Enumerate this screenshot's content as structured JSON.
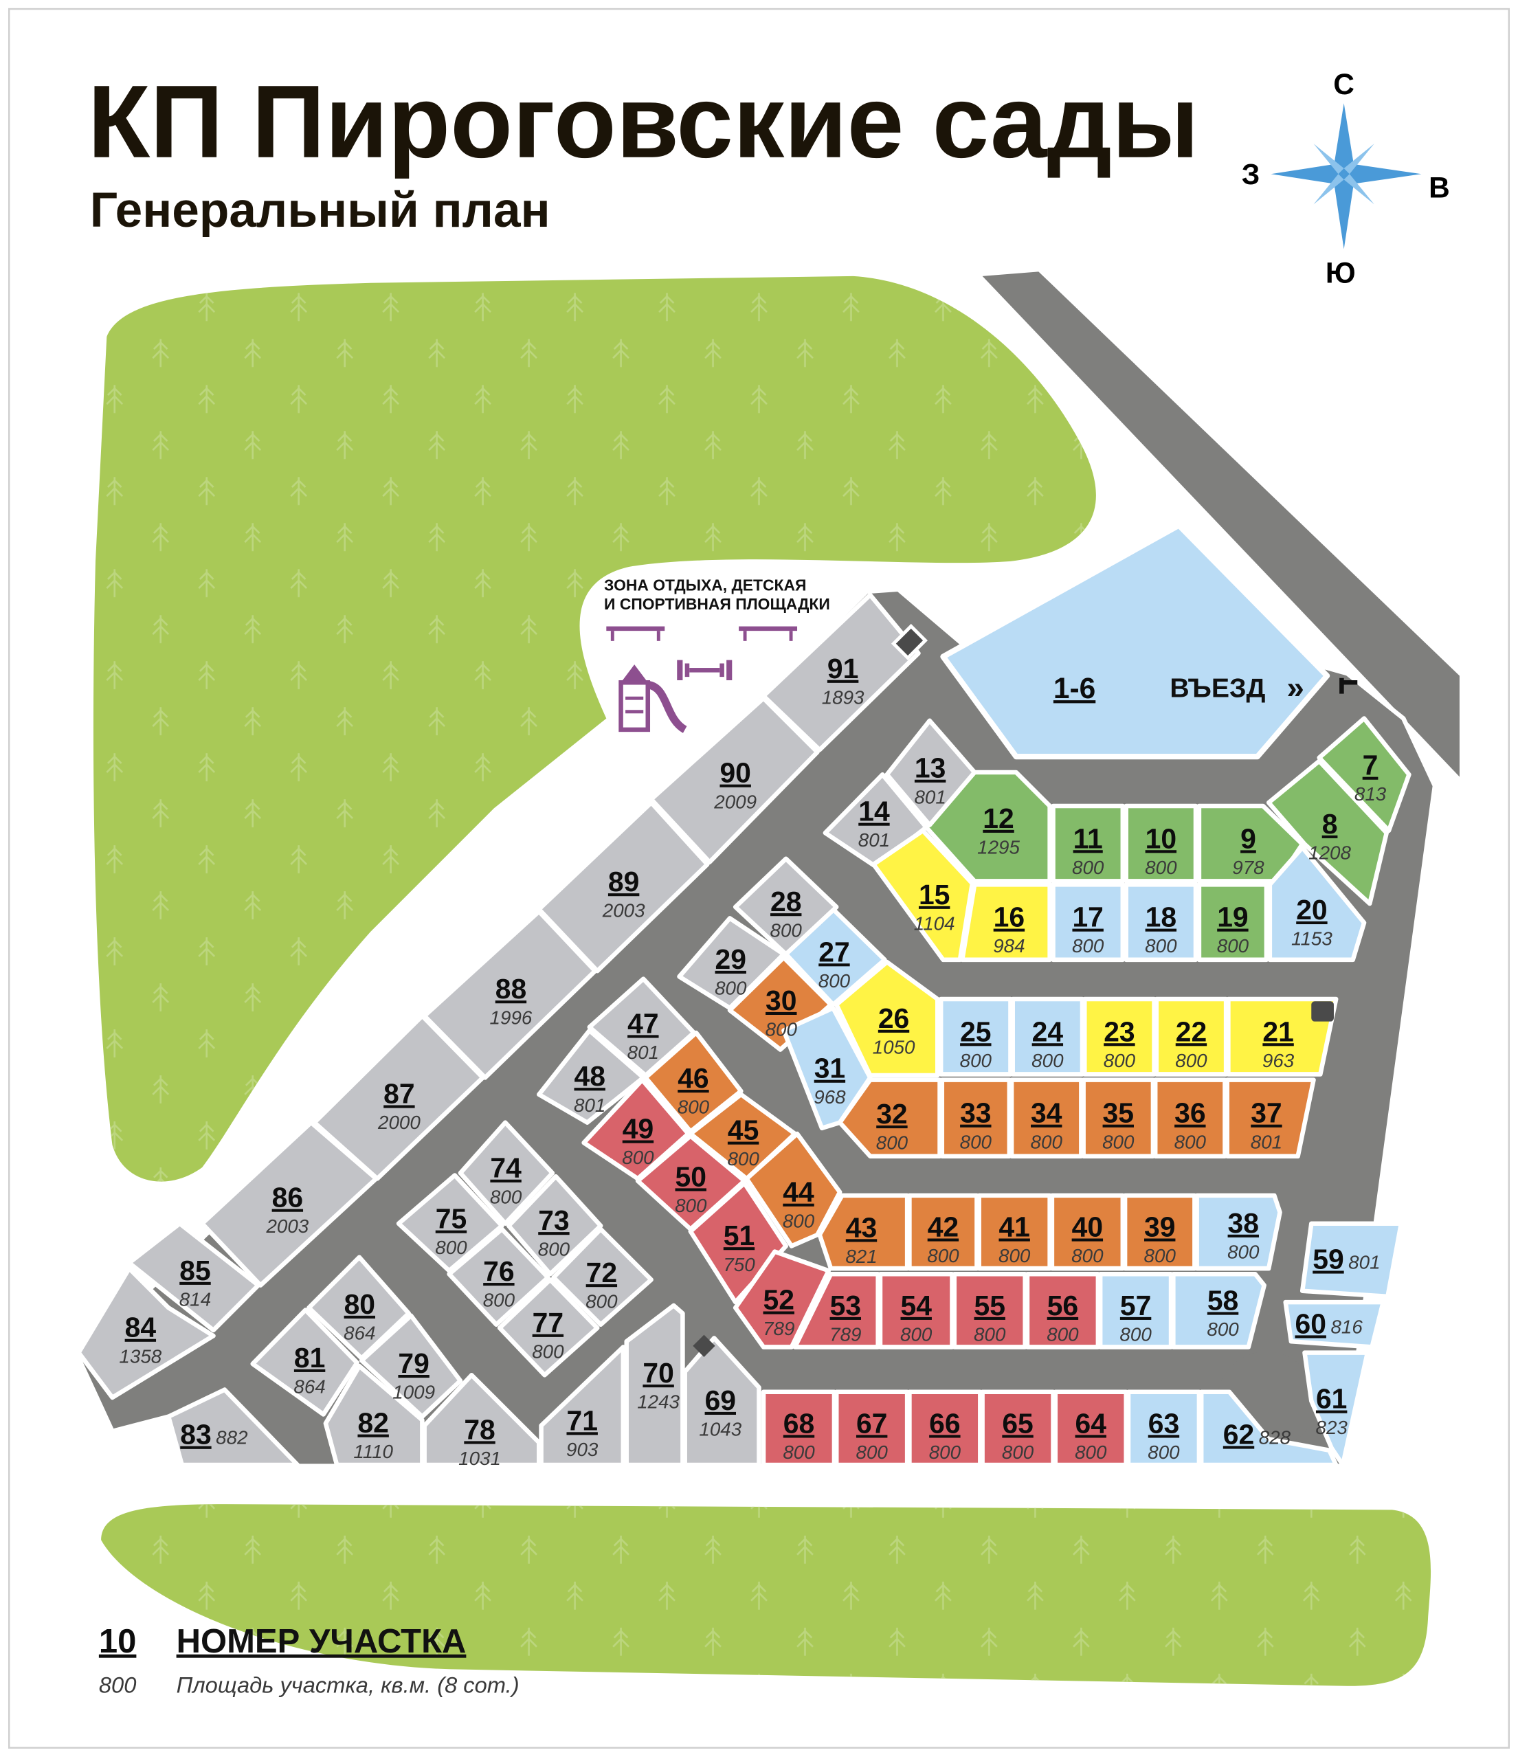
{
  "header": {
    "title": "КП Пироговские сады",
    "subtitle": "Генеральный план"
  },
  "compass": {
    "north": "С",
    "east": "В",
    "south": "Ю",
    "west": "З"
  },
  "zone_label": {
    "line1": "ЗОНА ОТДЫХА, ДЕТСКАЯ",
    "line2": "И СПОРТИВНАЯ ПЛОЩАДКИ"
  },
  "entrance": {
    "label": "ВЪЕЗД",
    "plot_group_label": "1-6"
  },
  "legend": {
    "number_example": "10",
    "number_caption": "НОМЕР УЧАСТКА",
    "area_example": "800",
    "area_caption": "Площадь участка, кв.м. (8 сот.)"
  },
  "colors": {
    "grey": "#c2c3c7",
    "green": "#83bb69",
    "yellow": "#fff345",
    "blue": "#badcf5",
    "orange": "#e0823f",
    "red": "#d8636a",
    "road": "#7f7f7d",
    "park": "#a9c957",
    "accent_purple": "#8d4f8f",
    "compass": "#4a9ad8"
  },
  "plots": [
    {
      "id": "7",
      "area": "813",
      "cat": "green"
    },
    {
      "id": "8",
      "area": "1208",
      "cat": "green"
    },
    {
      "id": "9",
      "area": "978",
      "cat": "green"
    },
    {
      "id": "10",
      "area": "800",
      "cat": "green"
    },
    {
      "id": "11",
      "area": "800",
      "cat": "green"
    },
    {
      "id": "12",
      "area": "1295",
      "cat": "green"
    },
    {
      "id": "13",
      "area": "801",
      "cat": "grey"
    },
    {
      "id": "14",
      "area": "801",
      "cat": "grey"
    },
    {
      "id": "15",
      "area": "1104",
      "cat": "yellow"
    },
    {
      "id": "16",
      "area": "984",
      "cat": "yellow"
    },
    {
      "id": "17",
      "area": "800",
      "cat": "blue"
    },
    {
      "id": "18",
      "area": "800",
      "cat": "blue"
    },
    {
      "id": "19",
      "area": "800",
      "cat": "green"
    },
    {
      "id": "20",
      "area": "1153",
      "cat": "blue"
    },
    {
      "id": "21",
      "area": "963",
      "cat": "yellow"
    },
    {
      "id": "22",
      "area": "800",
      "cat": "yellow"
    },
    {
      "id": "23",
      "area": "800",
      "cat": "yellow"
    },
    {
      "id": "24",
      "area": "800",
      "cat": "blue"
    },
    {
      "id": "25",
      "area": "800",
      "cat": "blue"
    },
    {
      "id": "26",
      "area": "1050",
      "cat": "yellow"
    },
    {
      "id": "27",
      "area": "800",
      "cat": "blue"
    },
    {
      "id": "28",
      "area": "800",
      "cat": "grey"
    },
    {
      "id": "29",
      "area": "800",
      "cat": "grey"
    },
    {
      "id": "30",
      "area": "800",
      "cat": "orange"
    },
    {
      "id": "31",
      "area": "968",
      "cat": "blue"
    },
    {
      "id": "32",
      "area": "800",
      "cat": "orange"
    },
    {
      "id": "33",
      "area": "800",
      "cat": "orange"
    },
    {
      "id": "34",
      "area": "800",
      "cat": "orange"
    },
    {
      "id": "35",
      "area": "800",
      "cat": "orange"
    },
    {
      "id": "36",
      "area": "800",
      "cat": "orange"
    },
    {
      "id": "37",
      "area": "801",
      "cat": "orange"
    },
    {
      "id": "38",
      "area": "800",
      "cat": "blue"
    },
    {
      "id": "39",
      "area": "800",
      "cat": "orange"
    },
    {
      "id": "40",
      "area": "800",
      "cat": "orange"
    },
    {
      "id": "41",
      "area": "800",
      "cat": "orange"
    },
    {
      "id": "42",
      "area": "800",
      "cat": "orange"
    },
    {
      "id": "43",
      "area": "821",
      "cat": "orange"
    },
    {
      "id": "44",
      "area": "800",
      "cat": "orange"
    },
    {
      "id": "45",
      "area": "800",
      "cat": "orange"
    },
    {
      "id": "46",
      "area": "800",
      "cat": "orange"
    },
    {
      "id": "47",
      "area": "801",
      "cat": "grey"
    },
    {
      "id": "48",
      "area": "801",
      "cat": "grey"
    },
    {
      "id": "49",
      "area": "800",
      "cat": "red"
    },
    {
      "id": "50",
      "area": "800",
      "cat": "red"
    },
    {
      "id": "51",
      "area": "750",
      "cat": "red"
    },
    {
      "id": "52",
      "area": "789",
      "cat": "red"
    },
    {
      "id": "53",
      "area": "789",
      "cat": "red"
    },
    {
      "id": "54",
      "area": "800",
      "cat": "red"
    },
    {
      "id": "55",
      "area": "800",
      "cat": "red"
    },
    {
      "id": "56",
      "area": "800",
      "cat": "red"
    },
    {
      "id": "57",
      "area": "800",
      "cat": "blue"
    },
    {
      "id": "58",
      "area": "800",
      "cat": "blue"
    },
    {
      "id": "59",
      "area": "801",
      "cat": "blue"
    },
    {
      "id": "60",
      "area": "816",
      "cat": "blue"
    },
    {
      "id": "61",
      "area": "823",
      "cat": "blue"
    },
    {
      "id": "62",
      "area": "828",
      "cat": "blue"
    },
    {
      "id": "63",
      "area": "800",
      "cat": "blue"
    },
    {
      "id": "64",
      "area": "800",
      "cat": "red"
    },
    {
      "id": "65",
      "area": "800",
      "cat": "red"
    },
    {
      "id": "66",
      "area": "800",
      "cat": "red"
    },
    {
      "id": "67",
      "area": "800",
      "cat": "red"
    },
    {
      "id": "68",
      "area": "800",
      "cat": "red"
    },
    {
      "id": "69",
      "area": "1043",
      "cat": "grey"
    },
    {
      "id": "70",
      "area": "1243",
      "cat": "grey"
    },
    {
      "id": "71",
      "area": "903",
      "cat": "grey"
    },
    {
      "id": "72",
      "area": "800",
      "cat": "grey"
    },
    {
      "id": "73",
      "area": "800",
      "cat": "grey"
    },
    {
      "id": "74",
      "area": "800",
      "cat": "grey"
    },
    {
      "id": "75",
      "area": "800",
      "cat": "grey"
    },
    {
      "id": "76",
      "area": "800",
      "cat": "grey"
    },
    {
      "id": "77",
      "area": "800",
      "cat": "grey"
    },
    {
      "id": "78",
      "area": "1031",
      "cat": "grey"
    },
    {
      "id": "79",
      "area": "1009",
      "cat": "grey"
    },
    {
      "id": "80",
      "area": "864",
      "cat": "grey"
    },
    {
      "id": "81",
      "area": "864",
      "cat": "grey"
    },
    {
      "id": "82",
      "area": "1110",
      "cat": "grey"
    },
    {
      "id": "83",
      "area": "882",
      "cat": "grey"
    },
    {
      "id": "84",
      "area": "1358",
      "cat": "grey"
    },
    {
      "id": "85",
      "area": "814",
      "cat": "grey"
    },
    {
      "id": "86",
      "area": "2003",
      "cat": "grey"
    },
    {
      "id": "87",
      "area": "2000",
      "cat": "grey"
    },
    {
      "id": "88",
      "area": "1996",
      "cat": "grey"
    },
    {
      "id": "89",
      "area": "2003",
      "cat": "grey"
    },
    {
      "id": "90",
      "area": "2009",
      "cat": "grey"
    },
    {
      "id": "91",
      "area": "1893",
      "cat": "grey"
    }
  ]
}
